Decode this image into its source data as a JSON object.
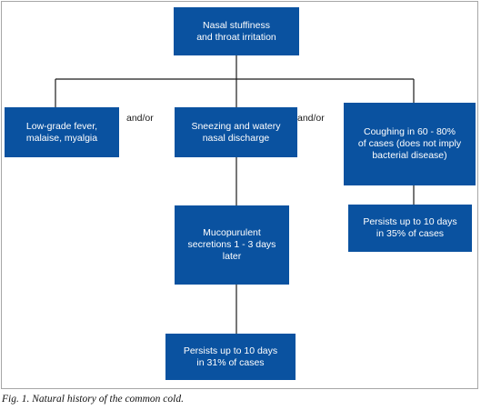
{
  "diagram": {
    "nodes": [
      {
        "id": "root",
        "label": "Nasal stuffiness\nand throat irritation"
      },
      {
        "id": "fever",
        "label": "Low-grade fever,\nmalaise, myalgia"
      },
      {
        "id": "sneezing",
        "label": "Sneezing and watery\nnasal discharge"
      },
      {
        "id": "coughing",
        "label": "Coughing in 60 - 80%\nof cases (does not imply\nbacterial disease)"
      },
      {
        "id": "mucopurulent",
        "label": "Mucopurulent\nsecretions 1 - 3 days\nlater"
      },
      {
        "id": "persist35",
        "label": "Persists up to 10 days\nin 35% of cases"
      },
      {
        "id": "persist31",
        "label": "Persists up to 10 days\nin 31% of cases"
      }
    ],
    "edges": [
      {
        "from": "root",
        "to": "fever"
      },
      {
        "from": "root",
        "to": "sneezing"
      },
      {
        "from": "root",
        "to": "coughing"
      },
      {
        "from": "sneezing",
        "to": "mucopurulent"
      },
      {
        "from": "mucopurulent",
        "to": "persist31"
      },
      {
        "from": "coughing",
        "to": "persist35"
      }
    ],
    "conjunctions": [
      "and/or",
      "and/or"
    ]
  },
  "caption": "Fig. 1. Natural history of the common cold.",
  "colors": {
    "box_fill": "#0a52a0",
    "box_text": "#ffffff",
    "line": "#1a1a1a"
  }
}
